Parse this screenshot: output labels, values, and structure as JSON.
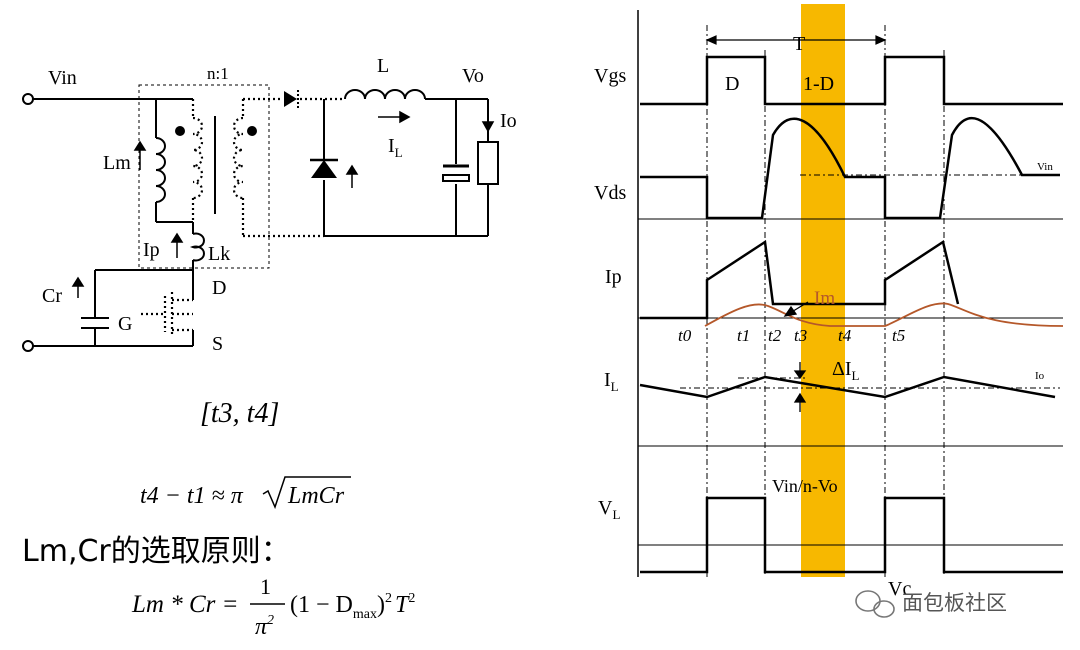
{
  "circuit": {
    "vin": "Vin",
    "ratio": "n:1",
    "inductor_l": "L",
    "vo": "Vo",
    "io": "Io",
    "lm": "Lm",
    "il_main": "I",
    "il_sub": "L",
    "ip": "Ip",
    "lk": "Lk",
    "cr": "Cr",
    "d": "D",
    "g": "G",
    "s": "S"
  },
  "interval_label": "[t3, t4]",
  "formula_resonance": {
    "lhs": "t4 − t1 ≈ π",
    "sqrt_arg": "LmCr"
  },
  "selection_title": "Lm,Cr的选取原则：",
  "formula_selection": {
    "lhs": "Lm * Cr =",
    "numerator": "1",
    "denominator": "π",
    "denominator_exp": "2",
    "paren": "(1 − D",
    "dmax_sub": "max",
    "rest": ")",
    "exp2": "2",
    "t": "T",
    "t_exp": "2"
  },
  "waveforms": {
    "labels": {
      "vgs": "Vgs",
      "vds": "Vds",
      "ip": "Ip",
      "il_main": "I",
      "il_sub": "L",
      "vl_main": "V",
      "vl_sub": "L"
    },
    "period": "T",
    "duty": "D",
    "one_minus_d": "1-D",
    "vin_small": "Vin",
    "im": "Im",
    "io_small": "Io",
    "delta_il_main": "ΔI",
    "delta_il_sub": "L",
    "vin_n_vo": "Vin/n-Vo",
    "vc": "Vc",
    "times": [
      "t0",
      "t1",
      "t2",
      "t3",
      "t4",
      "t5"
    ]
  },
  "colors": {
    "highlight": "#f7b800",
    "im_curve": "#b5582a"
  },
  "watermark": "面包板社区"
}
